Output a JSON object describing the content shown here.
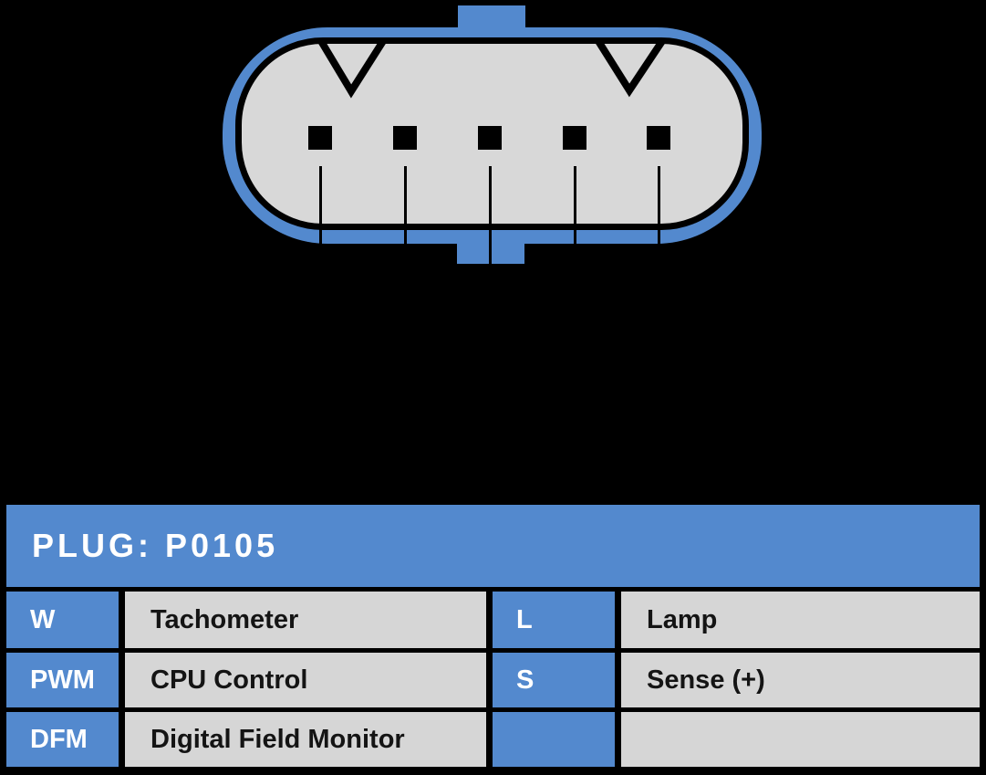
{
  "colors": {
    "accent_blue": "#5389CE",
    "cavity_gray": "#D8D8D8",
    "cell_gray": "#D6D6D6",
    "background": "#000000"
  },
  "connector": {
    "pin_count": 5,
    "notch_count": 2
  },
  "plug": {
    "title": "PLUG: P0105",
    "rows": [
      {
        "left_label": "W",
        "left_desc": "Tachometer",
        "right_label": "L",
        "right_desc": "Lamp"
      },
      {
        "left_label": "PWM",
        "left_desc": "CPU Control",
        "right_label": "S",
        "right_desc": "Sense (+)"
      },
      {
        "left_label": "DFM",
        "left_desc": "Digital Field Monitor",
        "right_label": "",
        "right_desc": ""
      }
    ]
  }
}
